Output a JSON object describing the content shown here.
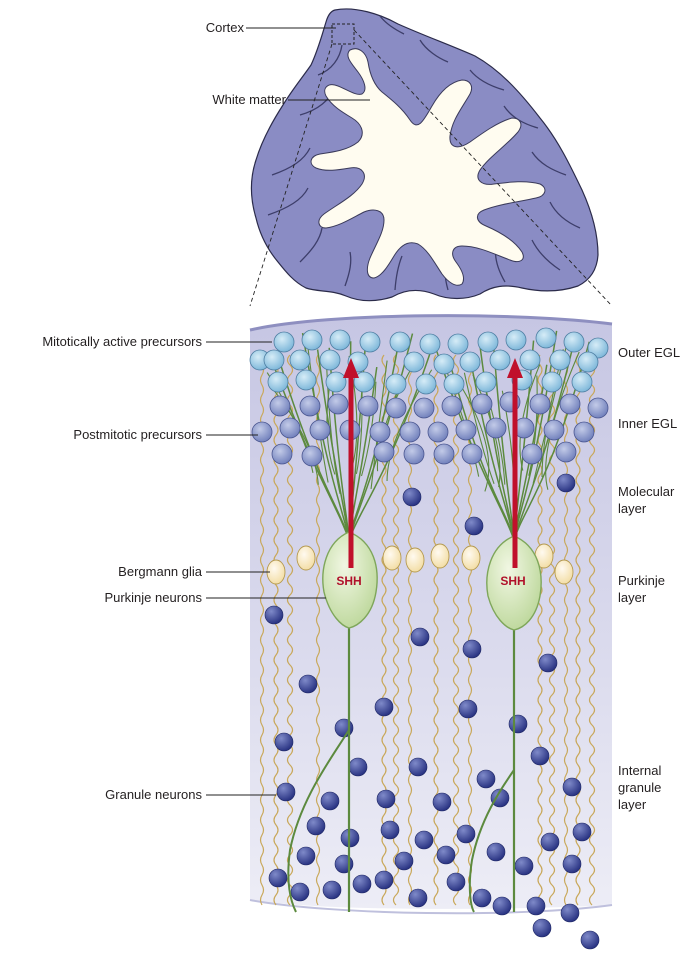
{
  "top_labels": {
    "cortex": "Cortex",
    "white_matter": "White matter"
  },
  "left_labels": {
    "mitotic": "Mitotically active precursors",
    "postmitotic": "Postmitotic precursors",
    "bergmann": "Bergmann glia",
    "purkinje_neurons": "Purkinje neurons",
    "granule_neurons": "Granule neurons"
  },
  "right_labels": {
    "outer_egl": "Outer EGL",
    "inner_egl": "Inner EGL",
    "molecular_line1": "Molecular",
    "molecular_line2": "layer",
    "purkinje_line1": "Purkinje",
    "purkinje_line2": "layer",
    "internal_line1": "Internal",
    "internal_line2": "granule",
    "internal_line3": "layer"
  },
  "signal": {
    "left": "SHH",
    "right": "SHH"
  },
  "colors": {
    "cortex": "#8a8cc4",
    "white_matter": "#fffcf0",
    "tissue_top": "#cbcbe5",
    "tissue_bottom": "#e8e8f3",
    "precursor_fill": "#a7d3ea",
    "postmitotic_fill": "#8e9ccd",
    "granule_fill": "#3b4596",
    "purkinje_fill": "#dcebc2",
    "bergmann_fill": "#fff1c8",
    "dendrite": "#5c8a3e",
    "fiber": "#c9a85a",
    "arrow": "#c0102b"
  }
}
